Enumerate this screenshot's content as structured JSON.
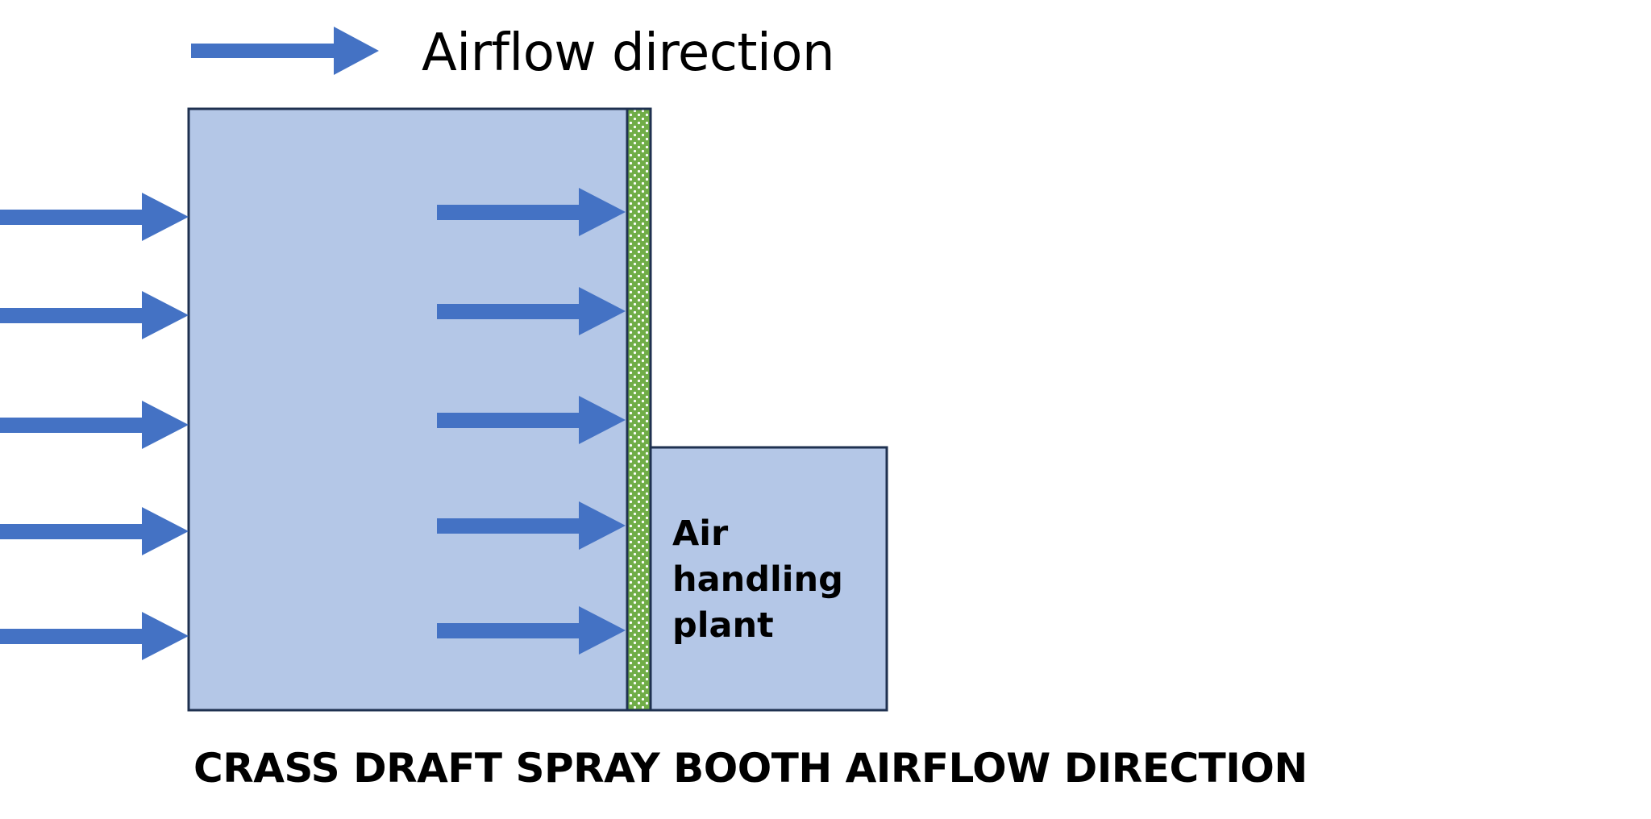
{
  "legend": {
    "label": "Airflow direction",
    "icon": "arrow-right-icon"
  },
  "booth": {
    "intake_arrow_count": 5,
    "internal_arrow_count": 5,
    "filter_icon": "dotted-filter"
  },
  "plant": {
    "label_lines": [
      "Air",
      "handling",
      "plant"
    ]
  },
  "title": "CRASS DRAFT SPRAY BOOTH AIRFLOW DIRECTION",
  "colors": {
    "arrow": "#4472C4",
    "booth_fill": "#B4C7E7",
    "outline": "#1F3150",
    "filter_green": "#70AD47",
    "background": "#FFFFFF",
    "text": "#000000"
  }
}
